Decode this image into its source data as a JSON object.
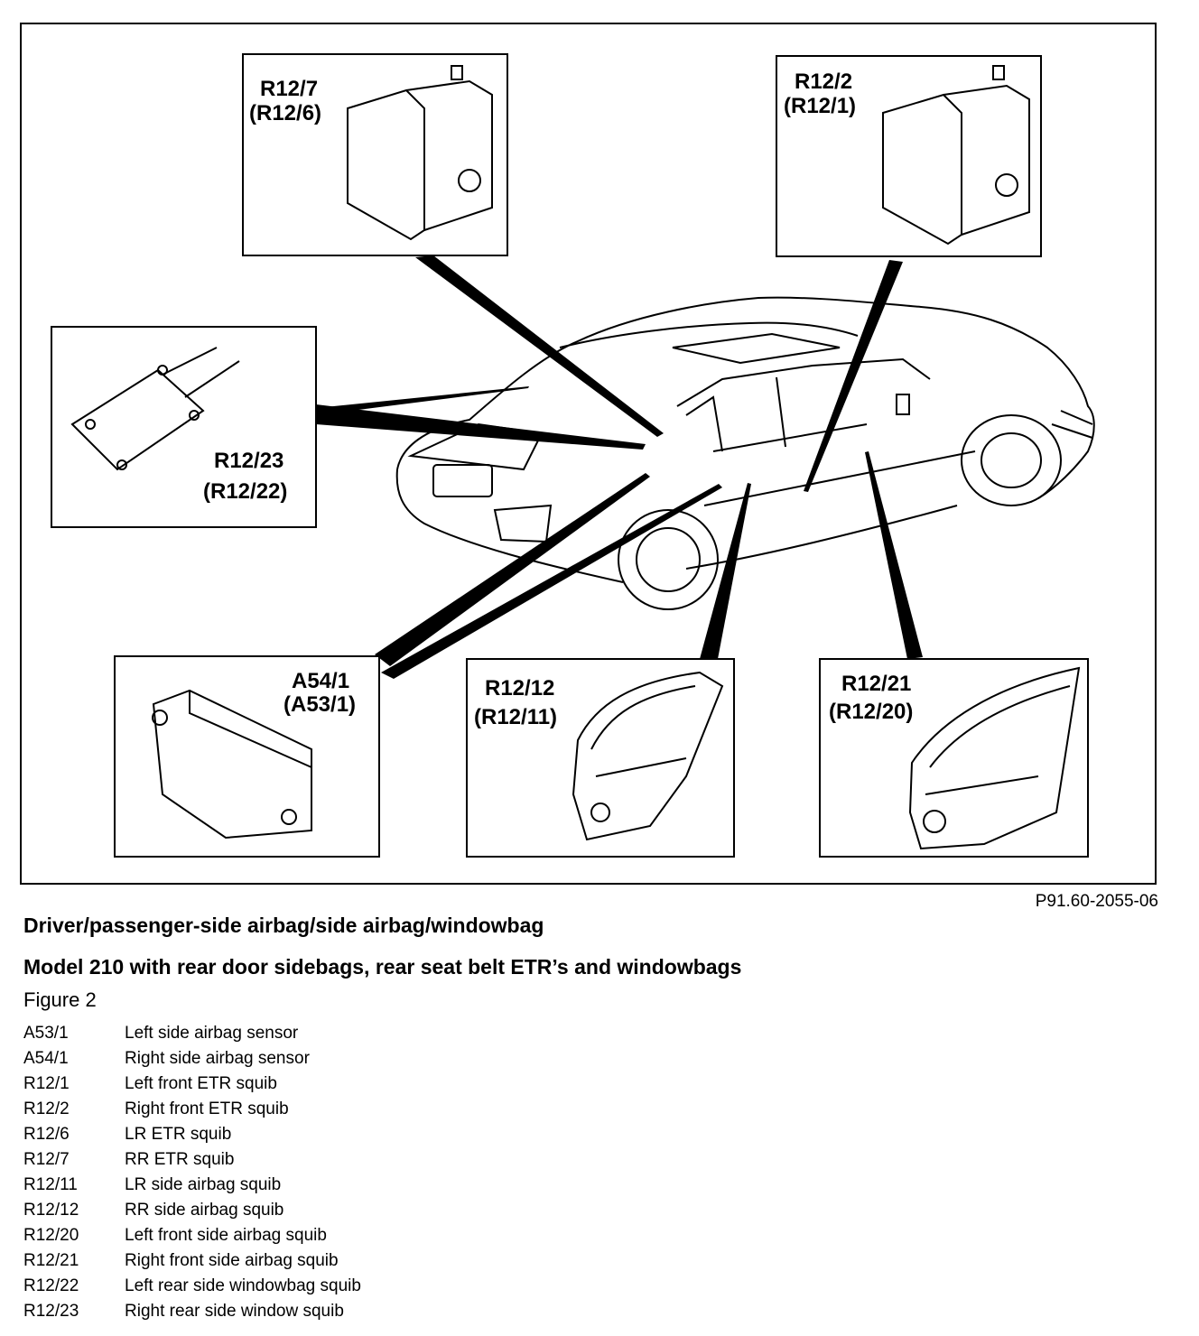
{
  "callouts": {
    "r12_7": {
      "line1": "R12/7",
      "line2": "(R12/6)"
    },
    "r12_2": {
      "line1": "R12/2",
      "line2": "(R12/1)"
    },
    "r12_23": {
      "line1": "R12/23",
      "line2": "(R12/22)"
    },
    "a54_1": {
      "line1": "A54/1",
      "line2": "(A53/1)"
    },
    "r12_12": {
      "line1": "R12/12",
      "line2": "(R12/11)"
    },
    "r12_21": {
      "line1": "R12/21",
      "line2": "(R12/20)"
    }
  },
  "figure_ref": "P91.60-2055-06",
  "caption": {
    "title": "Driver/passenger-side airbag/side  airbag/windowbag",
    "subtitle": "Model 210 with rear door sidebags, rear seat belt ETR’s and windowbags",
    "figure": "Figure 2"
  },
  "legend": [
    {
      "code": "A53/1",
      "desc": "Left side airbag sensor"
    },
    {
      "code": "A54/1",
      "desc": "Right side airbag sensor"
    },
    {
      "code": "R12/1",
      "desc": "Left front ETR squib"
    },
    {
      "code": "R12/2",
      "desc": "Right front ETR squib"
    },
    {
      "code": "R12/6",
      "desc": "LR ETR squib"
    },
    {
      "code": "R12/7",
      "desc": "RR ETR squib"
    },
    {
      "code": "R12/11",
      "desc": "LR side airbag squib"
    },
    {
      "code": "R12/12",
      "desc": "RR side airbag squib"
    },
    {
      "code": "R12/20",
      "desc": "Left front side airbag squib"
    },
    {
      "code": "R12/21",
      "desc": "Right front side airbag squib"
    },
    {
      "code": "R12/22",
      "desc": "Left rear side windowbag squib"
    },
    {
      "code": "R12/23",
      "desc": "Right rear side window squib"
    }
  ]
}
